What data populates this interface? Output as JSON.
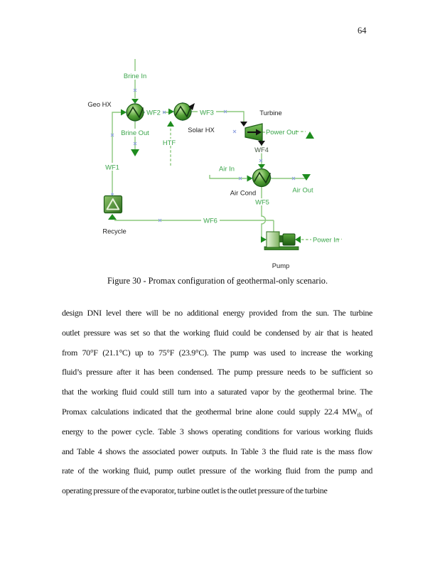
{
  "page": {
    "number": "64"
  },
  "figure": {
    "caption": "Figure 30 - Promax configuration of geothermal-only scenario.",
    "labels": {
      "brine_in": "Brine In",
      "brine_out": "Brine Out",
      "geo_hx": "Geo HX",
      "solar_hx": "Solar HX",
      "htf": "HTF",
      "turbine": "Turbine",
      "power_out": "Power Out",
      "power_in": "Power In",
      "air_in": "Air In",
      "air_out": "Air Out",
      "air_cond": "Air Cond",
      "recycle": "Recycle",
      "pump": "Pump",
      "wf1": "WF1",
      "wf2": "WF2",
      "wf3": "WF3",
      "wf4": "WF4",
      "wf5": "WF5",
      "wf6": "WF6"
    },
    "colors": {
      "stream_line": "#8cc87d",
      "stream_label_green": "#3ba54b",
      "arrow_green": "#1e8c1e",
      "equipment_dark_green": "#1c5c16",
      "equipment_light_green": "#c2e8a6",
      "port_marker_blue": "#8d9fe0",
      "equipment_label_black": "#1f1f1f"
    }
  },
  "body": {
    "line1": "design DNI level there will be no additional energy provided from the sun. The turbine",
    "line2": "outlet pressure was set so that the working fluid could be condensed by air that is heated",
    "line3": "from 70°F (21.1°C) up to 75°F (23.9°C). The pump was used to increase the working",
    "line4": "fluid’s pressure after it has been condensed. The pump pressure needs to be sufficient so",
    "line5": "that the working fluid could still turn into a saturated vapor by the geothermal brine. The",
    "line6": {
      "pre": "Promax calculations indicated that the geothermal brine alone could supply 22.4 MW",
      "sub": "th",
      "post": " of"
    },
    "line7": "energy to the power cycle. Table 3 shows operating conditions for various working fluids",
    "line8": "and Table 4 shows the associated power outputs. In Table 3 the fluid rate is the mass flow",
    "line9": "rate of the working fluid, pump outlet pressure of the working fluid from the pump and",
    "line10": "operating pressure of the evaporator, turbine outlet is the outlet pressure of the turbine"
  }
}
